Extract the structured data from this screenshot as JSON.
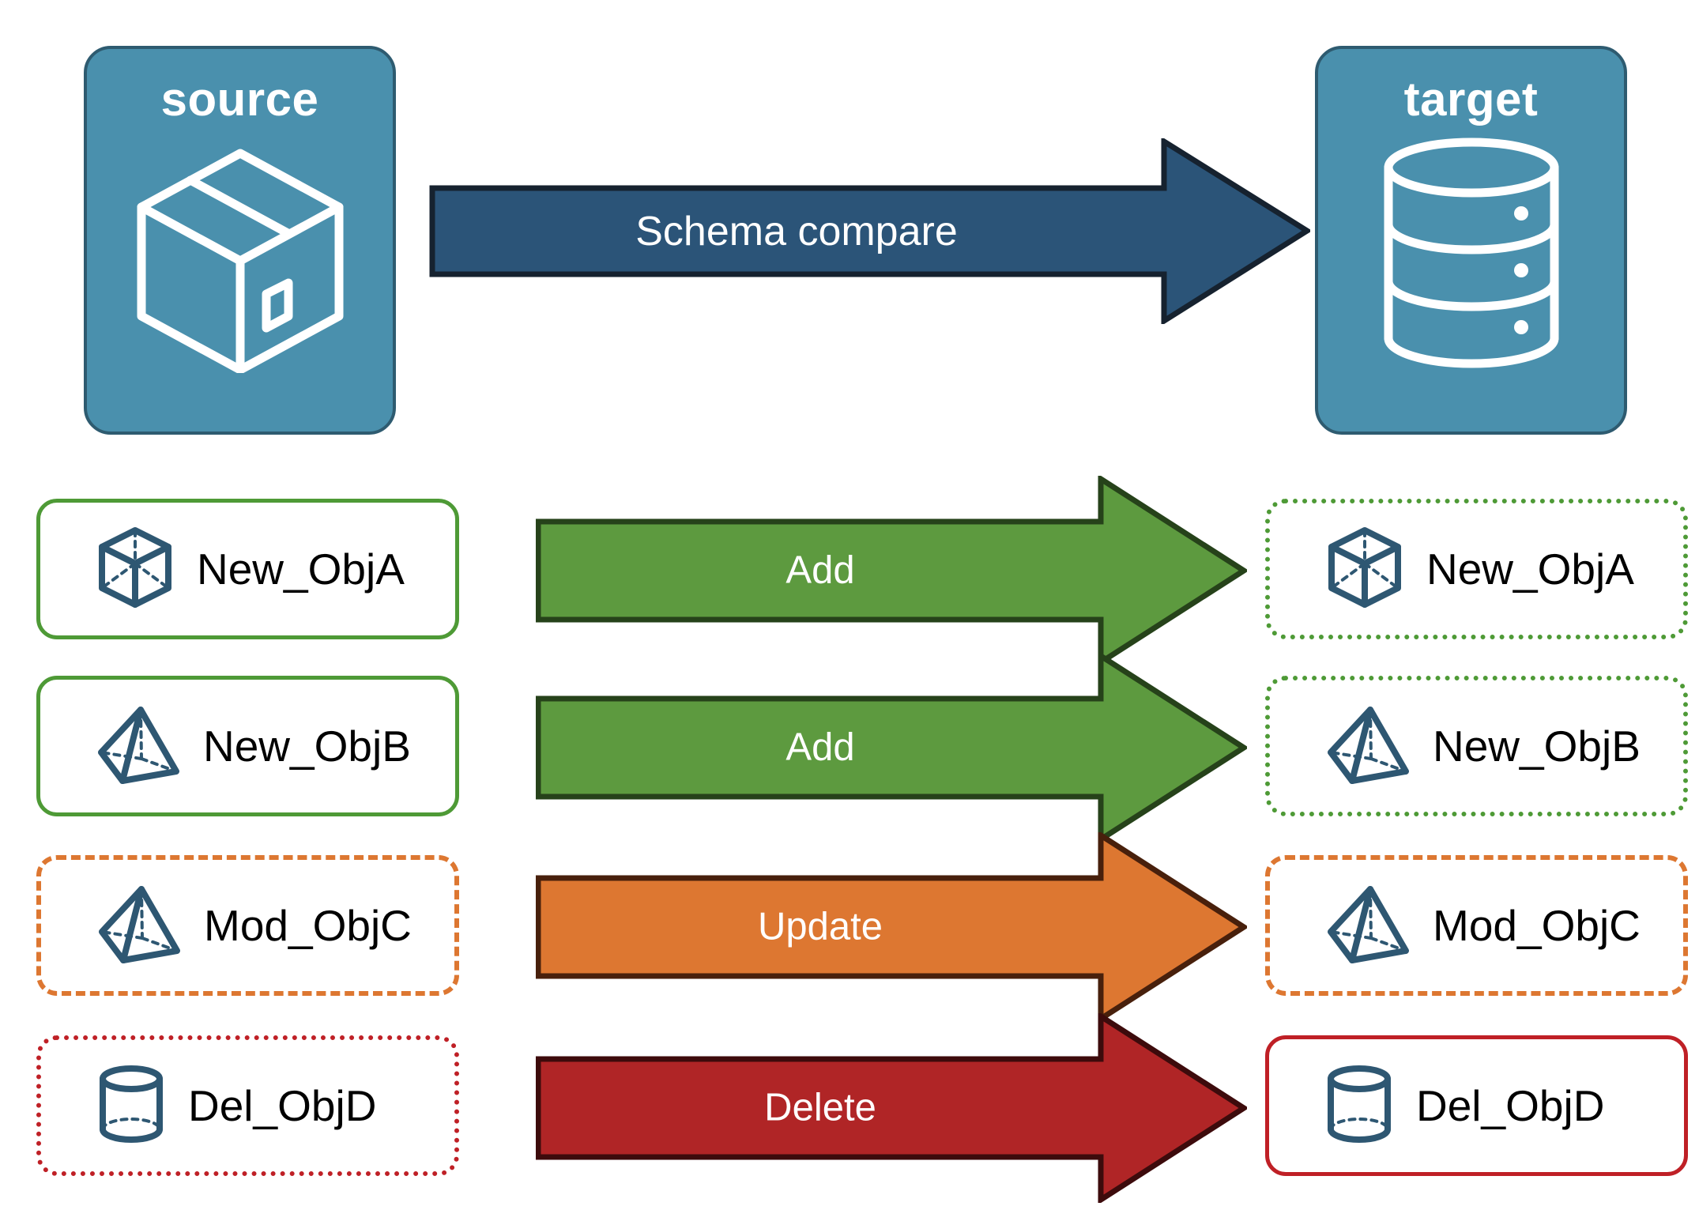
{
  "diagram": {
    "title_source": "source",
    "title_target": "target",
    "source_icon": "package-box-icon",
    "target_icon": "database-cylinder-icon",
    "main_arrow": {
      "label": "Schema compare",
      "fill": "#2b5478",
      "stroke": "#16222f"
    },
    "colors": {
      "panel_fill": "#4a90ad",
      "panel_stroke": "#2e5b70",
      "object_icon": "#2e5772",
      "green": "#4e9a36",
      "green_arrow_fill": "#5d9a3f",
      "green_arrow_stroke": "#26421a",
      "orange": "#dd7731",
      "orange_arrow_fill": "#dd7731",
      "orange_arrow_stroke": "#48200c",
      "red": "#bf2026",
      "red_arrow_fill": "#b02526",
      "red_arrow_stroke": "#3d0b0c"
    },
    "rows": [
      {
        "action": "Add",
        "arrow_fill": "#5d9a3f",
        "arrow_stroke": "#26421a",
        "source": {
          "label": "New_ObjA",
          "icon": "cube-wireframe-icon",
          "border_style": "solid",
          "border_color": "#4e9a36"
        },
        "target": {
          "label": "New_ObjA",
          "icon": "cube-wireframe-icon",
          "border_style": "dotted",
          "border_color": "#4e9a36"
        }
      },
      {
        "action": "Add",
        "arrow_fill": "#5d9a3f",
        "arrow_stroke": "#26421a",
        "source": {
          "label": "New_ObjB",
          "icon": "pyramid-wireframe-icon",
          "border_style": "solid",
          "border_color": "#4e9a36"
        },
        "target": {
          "label": "New_ObjB",
          "icon": "pyramid-wireframe-icon",
          "border_style": "dotted",
          "border_color": "#4e9a36"
        }
      },
      {
        "action": "Update",
        "arrow_fill": "#dd7731",
        "arrow_stroke": "#48200c",
        "source": {
          "label": "Mod_ObjC",
          "icon": "pyramid-wireframe-icon",
          "border_style": "dashed",
          "border_color": "#dd7731"
        },
        "target": {
          "label": "Mod_ObjC",
          "icon": "pyramid-wireframe-icon",
          "border_style": "dashed",
          "border_color": "#dd7731"
        }
      },
      {
        "action": "Delete",
        "arrow_fill": "#b02526",
        "arrow_stroke": "#3d0b0c",
        "source": {
          "label": "Del_ObjD",
          "icon": "cylinder-wireframe-icon",
          "border_style": "dotted",
          "border_color": "#bf2026"
        },
        "target": {
          "label": "Del_ObjD",
          "icon": "cylinder-wireframe-icon",
          "border_style": "solid",
          "border_color": "#bf2026"
        }
      }
    ]
  }
}
